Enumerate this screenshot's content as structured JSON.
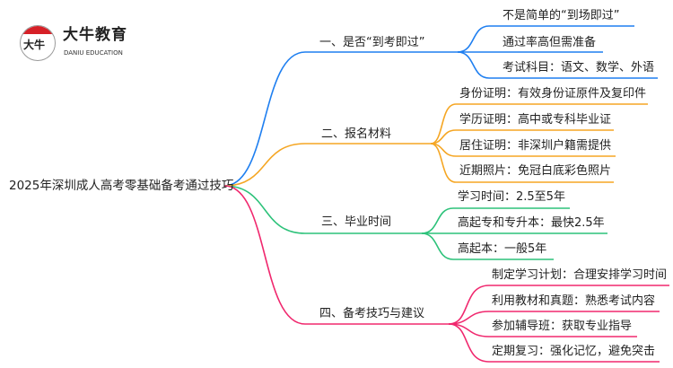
{
  "logo": {
    "cn": "大牛教育",
    "en": "DANIU EDUCATION",
    "mark": "大牛"
  },
  "colors": {
    "blue": "#1f7ff0",
    "orange": "#f5a623",
    "green": "#2dc27a",
    "pink": "#f0286e"
  },
  "root": "2025年深圳成人高考零基础备考通过技巧",
  "branches": [
    {
      "label": "一、是否“到考即过”",
      "leaves": [
        "不是简单的“到场即过”",
        "通过率高但需准备",
        "考试科目：语文、数学、外语"
      ]
    },
    {
      "label": "二、报名材料",
      "leaves": [
        "身份证明：有效身份证原件及复印件",
        "学历证明：高中或专科毕业证",
        "居住证明：非深圳户籍需提供",
        "近期照片：免冠白底彩色照片"
      ]
    },
    {
      "label": "三、毕业时间",
      "leaves": [
        "学习时间：2.5至5年",
        "高起专和专升本：最快2.5年",
        "高起本：一般5年"
      ]
    },
    {
      "label": "四、备考技巧与建议",
      "leaves": [
        "制定学习计划：合理安排学习时间",
        "利用教材和真题：熟悉考试内容",
        "参加辅导班：获取专业指导",
        "定期复习：强化记忆，避免突击"
      ]
    }
  ]
}
